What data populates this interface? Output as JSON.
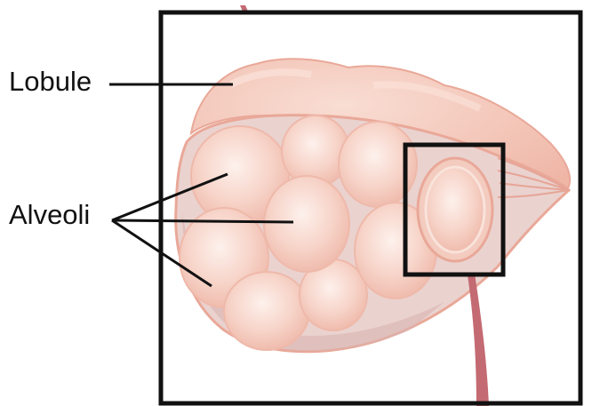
{
  "labels": {
    "lobule": "Lobule",
    "alveoli": "Alveoli"
  },
  "colors": {
    "tissue_fill": "#f4c9bc",
    "tissue_outline": "#e9a898",
    "alveolus_fill": "#f7d4c9",
    "alveolus_highlight": "#fdf1ec",
    "shadow": "#d9b4b0",
    "duct": "#c46a72",
    "frame": "#111111",
    "leader_line": "#111111"
  },
  "icons": {
    "frame": "outer-frame-rectangle",
    "zoom_box": "zoom-box-rectangle"
  }
}
